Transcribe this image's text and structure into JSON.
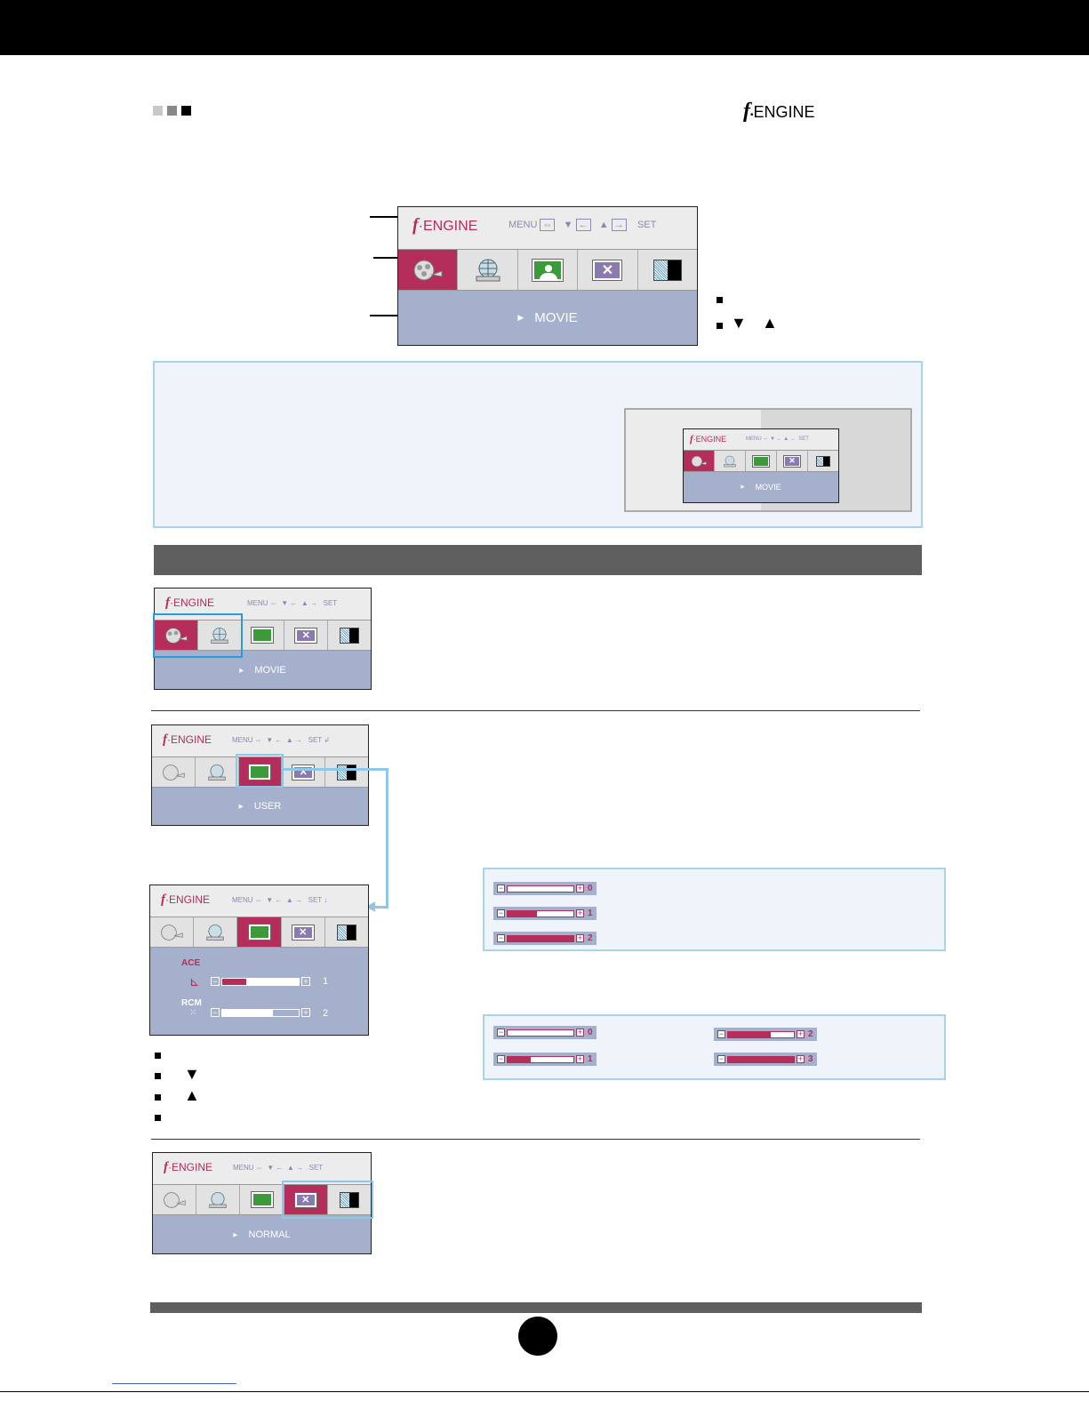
{
  "header": {
    "brand_letter": "f",
    "brand_word": "ENGINE"
  },
  "osd": {
    "brand_letter": "f",
    "brand_word": "ENGINE",
    "controls": {
      "menu": "MENU",
      "set": "SET"
    },
    "modes": {
      "movie": "MOVIE",
      "user": "USER",
      "normal": "NORMAL"
    },
    "icons": [
      "film-reel-icon",
      "internet-globe-icon",
      "user-picture-icon",
      "normal-x-icon",
      "demo-half-icon"
    ]
  },
  "user_menu": {
    "ace_label": "ACE",
    "rcm_label": "RCM",
    "ace_value": 1,
    "rcm_value": 2
  },
  "ace_panel": {
    "levels": [
      0,
      1,
      2
    ],
    "fills": [
      0,
      0.45,
      1
    ]
  },
  "rcm_panel": {
    "levels": [
      0,
      1,
      2,
      3
    ],
    "fills": [
      0,
      0.35,
      0.65,
      1
    ]
  },
  "colors": {
    "accent": "#b52d5a",
    "osd_bg": "#a4b0cc",
    "panel_border": "#a7d4ec",
    "section_bar": "#5f5f5f"
  }
}
